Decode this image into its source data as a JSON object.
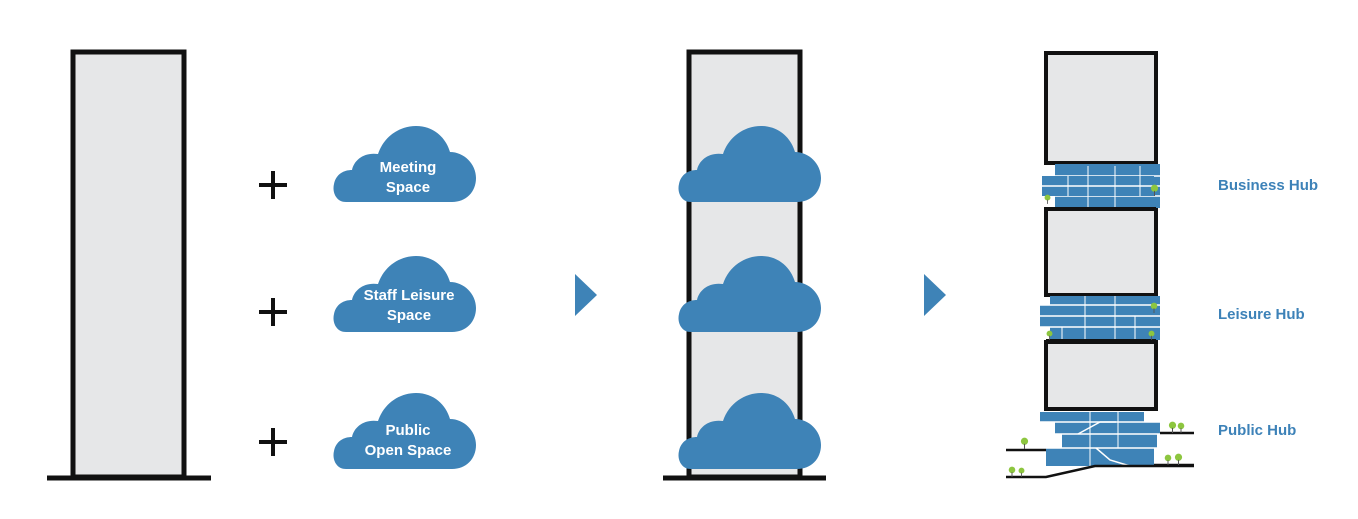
{
  "colors": {
    "cloud_blue": "#3e83b7",
    "tower_fill": "#e6e7e8",
    "outline": "#111111",
    "label_blue": "#3d82b8",
    "tree_green": "#8dc63f",
    "accent_red": "#d7263d"
  },
  "clouds": [
    {
      "line1": "Meeting",
      "line2": "Space"
    },
    {
      "line1": "Staff Leisure",
      "line2": "Space"
    },
    {
      "line1": "Public",
      "line2": "Open Space"
    }
  ],
  "hubs": [
    {
      "label": "Business Hub"
    },
    {
      "label": "Leisure Hub"
    },
    {
      "label": "Public Hub"
    }
  ],
  "operators": {
    "plus": "+"
  },
  "icons": {
    "plus": "plus-icon",
    "arrow": "triangle-right-icon",
    "cloud": "cloud-icon",
    "tree": "tree-icon"
  }
}
